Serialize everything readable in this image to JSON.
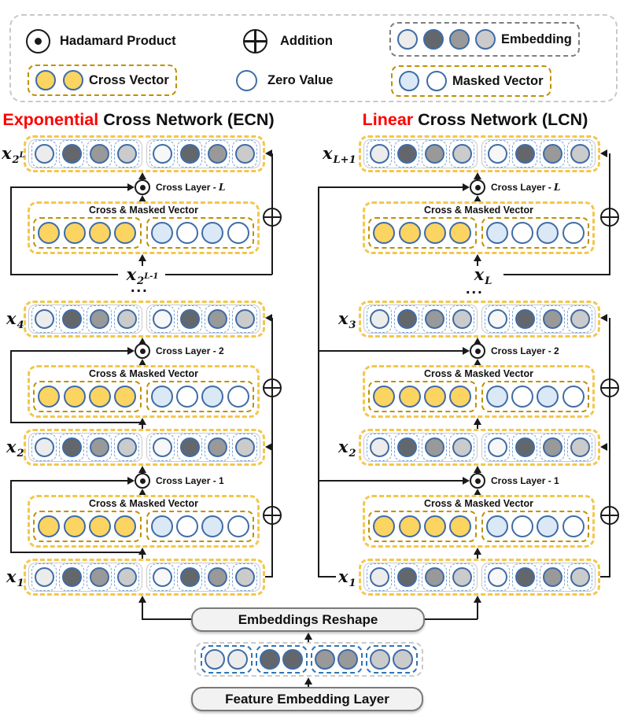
{
  "colors": {
    "ink": "#1a1a1a",
    "red": "#fe0000",
    "gold-outer": "#f4c64b",
    "gold-inner": "#bf9000",
    "circle-stroke": "#3f6ca6",
    "cell-blue": "#7ba3d6",
    "feat-blue": "#2e75b6",
    "group-gray": "#c9c9c9",
    "legend-gray": "#7f7f7f",
    "box-fill": "#f2f2f2",
    "box-border": "#7a7a7a"
  },
  "palette": {
    "e1": "#ececec",
    "e2": "#63676b",
    "e3": "#999999",
    "e4": "#cbcbcb",
    "w": "#f7f7f7",
    "cross": "#fcd462",
    "mask": "#dbe8f6",
    "zero": "#ffffff"
  },
  "legend": {
    "hadamard": "Hadamard Product",
    "addition": "Addition",
    "embedding": "Embedding",
    "cross_vector": "Cross Vector",
    "zero_value": "Zero Value",
    "masked_vector": "Masked Vector",
    "embedding_circles": [
      "e1",
      "e2",
      "e3",
      "e4"
    ],
    "cross_circles": [
      "cross",
      "cross"
    ],
    "masked_circles": [
      "mask",
      "zero"
    ]
  },
  "headers": {
    "ecn_red": "Exponential",
    "ecn_black": " Cross Network (ECN)",
    "lcn_red": "Linear",
    "lcn_black": " Cross Network (LCN)"
  },
  "shared": {
    "cmv_title": "Cross & Masked Vector",
    "cross_layer_prefix": "Cross Layer - ",
    "dots": "...",
    "emb_left": [
      "e1",
      "e2",
      "e3",
      "e4"
    ],
    "emb_right": [
      "w",
      "e2",
      "e3",
      "e4"
    ],
    "cross4": [
      "cross",
      "cross",
      "cross",
      "cross"
    ],
    "masked4": [
      "mask",
      "zero",
      "mask",
      "zero"
    ],
    "feat_g1": [
      "e1",
      "e1"
    ],
    "feat_g2": [
      "e2",
      "e2"
    ],
    "feat_g3": [
      "e3",
      "e3"
    ],
    "feat_g4": [
      "e4",
      "e4"
    ]
  },
  "ecn": {
    "layers": {
      "l1": "1",
      "l2": "2",
      "lL": "L"
    },
    "labels": {
      "top": {
        "b": "x",
        "s": "2",
        "ss": "L"
      },
      "mid": {
        "b": "x",
        "s": "2",
        "ss": "L-1"
      },
      "x4": {
        "b": "x",
        "s": "4"
      },
      "x2": {
        "b": "x",
        "s": "2"
      },
      "x1": {
        "b": "x",
        "s": "1"
      }
    }
  },
  "lcn": {
    "layers": {
      "l1": "1",
      "l2": "2",
      "lL": "L"
    },
    "labels": {
      "top": {
        "b": "x",
        "s": "L+1"
      },
      "mid": {
        "b": "x",
        "s": "L"
      },
      "x3": {
        "b": "x",
        "s": "3"
      },
      "x2": {
        "b": "x",
        "s": "2"
      },
      "x1": {
        "b": "x",
        "s": "1"
      }
    }
  },
  "bottom": {
    "reshape": "Embeddings Reshape",
    "feature": "Feature Embedding Layer"
  }
}
